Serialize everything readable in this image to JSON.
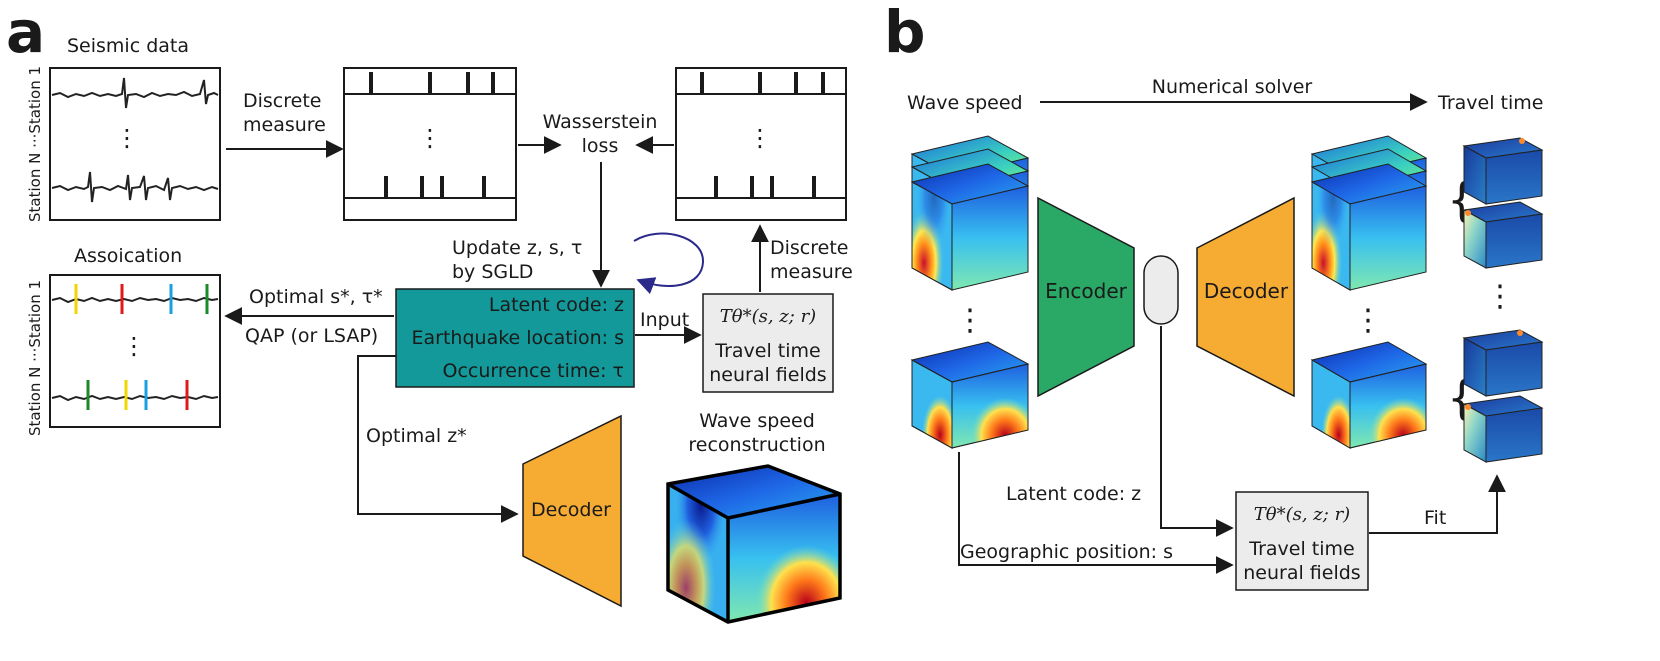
{
  "panel_a": {
    "letter": "a",
    "seismic_title": "Seismic data",
    "station_axis": "Station N ···Station 1",
    "discrete_measure_top_1": "Discrete",
    "discrete_measure_top_2": "measure",
    "wasserstein_1": "Wasserstein",
    "wasserstein_2": "loss",
    "discrete_measure_right_1": "Discrete",
    "discrete_measure_right_2": "measure",
    "update_label": "Update z, s, τ",
    "by_sgld": "by SGLD",
    "association_title": "Assoication",
    "optimal_s_tau": "Optimal s*, τ*",
    "qap": "QAP (or LSAP)",
    "latent_code": "Latent code: z",
    "eq_location": "Earthquake location: s",
    "occurrence": "Occurrence time: τ",
    "input_label": "Input",
    "t_theta": "Tθ*(s, z; r)",
    "ttnf_1": "Travel time",
    "ttnf_2": "neural fields",
    "optimal_z": "Optimal z*",
    "decoder": "Decoder",
    "wavespeed_recon_1": "Wave speed",
    "wavespeed_recon_2": "reconstruction",
    "dots": "⋮"
  },
  "panel_b": {
    "letter": "b",
    "wave_speed": "Wave speed",
    "numerical_solver": "Numerical solver",
    "travel_time": "Travel time",
    "encoder": "Encoder",
    "decoder": "Decoder",
    "latent_code": "Latent code: z",
    "geo_position": "Geographic position: s",
    "t_theta": "Tθ*(s, z; r)",
    "ttnf_1": "Travel time",
    "ttnf_2": "neural fields",
    "fit": "Fit",
    "dots": "⋮"
  },
  "colors": {
    "teal_box": "#13999a",
    "encoder_green": "#2aa866",
    "decoder_orange": "#f6ab33",
    "gray_box": "#ececec",
    "sgld_arrow": "#2a2a8a"
  }
}
